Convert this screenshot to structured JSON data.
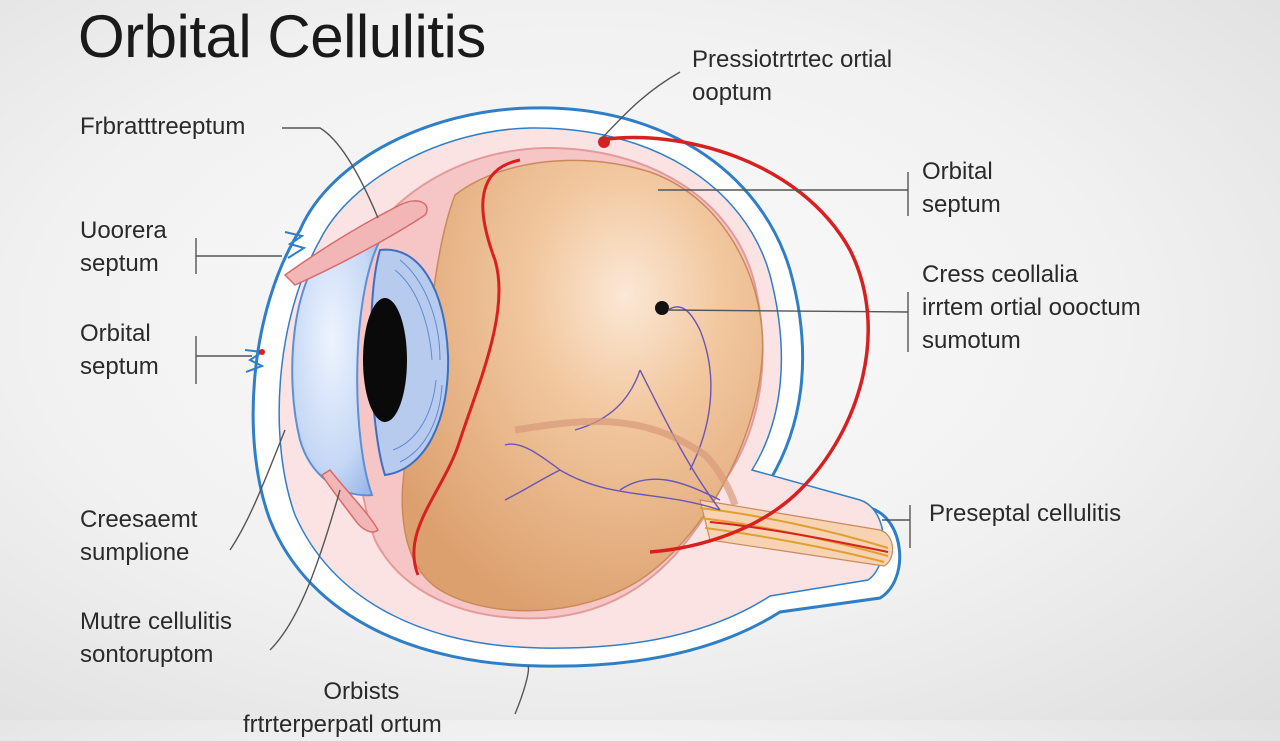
{
  "title": "Orbital Cellulitis",
  "labels": {
    "top_center": [
      "Pressiotrtrtec ortial",
      "ooptum"
    ],
    "left_1": [
      "Frbratttreeptum"
    ],
    "left_2": [
      "Uoorera",
      "septum"
    ],
    "left_3": [
      "Orbital",
      "septum"
    ],
    "left_4": [
      "Creesaemt",
      "sumplione"
    ],
    "left_5": [
      "Mutre cellulitis",
      "sontoruptom"
    ],
    "bottom": [
      "Orbists",
      "frtrterperpatl ortum"
    ],
    "right_1": [
      "Orbital",
      "septum"
    ],
    "right_2": [
      "Cress ceollalia",
      "irrtem ortial oooctum",
      "sumotum"
    ],
    "right_3": [
      "Preseptal cellulitis"
    ]
  },
  "colors": {
    "sclera_outline": "#2f7fc8",
    "septum_red": "#d82020",
    "globe_fill": "#f0c49a",
    "iris_blue": "#5b8fd8",
    "pupil": "#0a0a0a",
    "vessel_purple": "#6a55b8"
  }
}
